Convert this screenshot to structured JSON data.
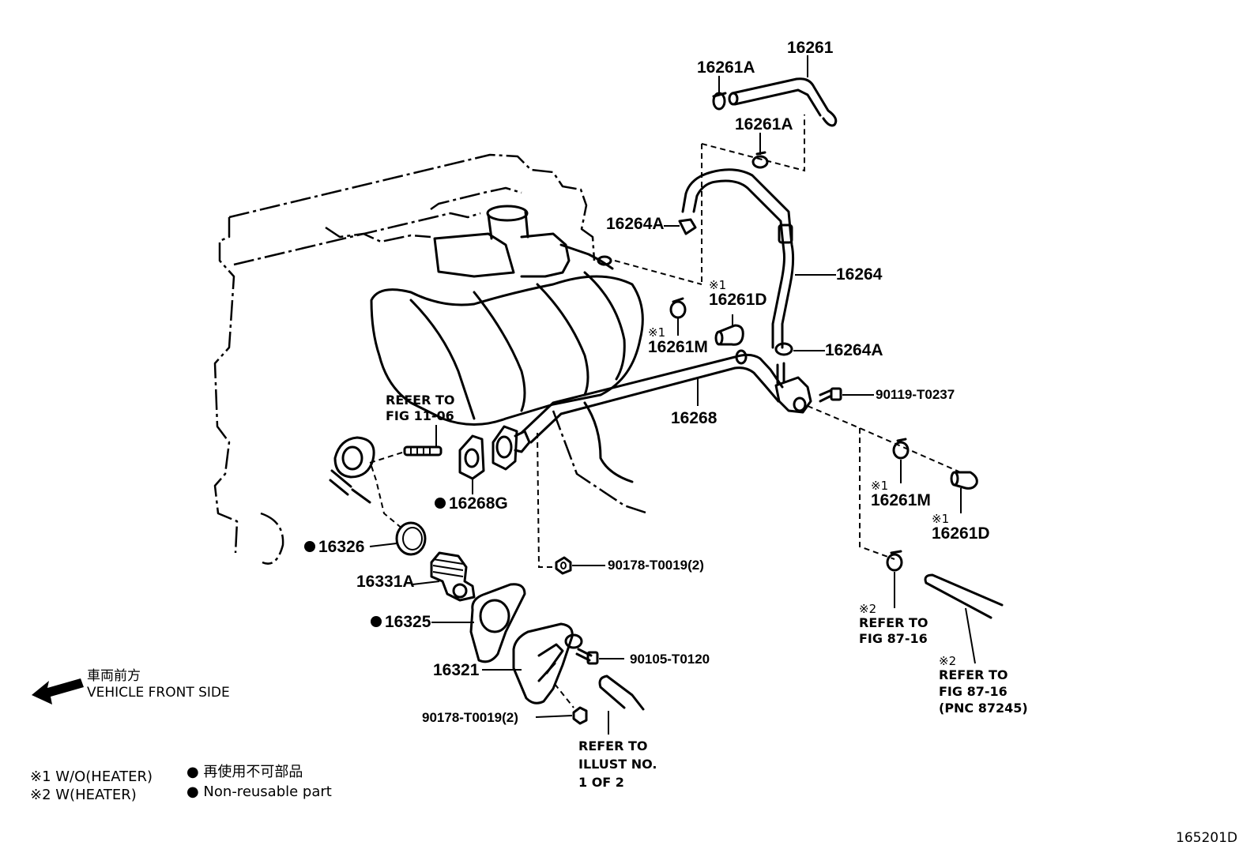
{
  "parts": {
    "p16261": "16261",
    "p16261A_top": "16261A",
    "p16261A_mid": "16261A",
    "p16264A_top": "16264A",
    "p16264": "16264",
    "p16261D_upper": "16261D",
    "p16261M_upper": "16261M",
    "p16264A_low": "16264A",
    "p90119": "90119-T0237",
    "p16268": "16268",
    "p16268G": "16268G",
    "p16326": "16326",
    "p16331A": "16331A",
    "p16325": "16325",
    "p16321": "16321",
    "p90178_a": "90178-T0019(2)",
    "p90105": "90105-T0120",
    "p90178_b": "90178-T0019(2)",
    "p16261M_lower": "16261M",
    "p16261D_lower": "16261D"
  },
  "marks": {
    "m1_a": "※1",
    "m1_b": "※1",
    "m1_c": "※1",
    "m1_d": "※1",
    "m2_a": "※2",
    "m2_b": "※2"
  },
  "refs": {
    "refer_fig_1106_l1": "REFER TO",
    "refer_fig_1106_l2": "FIG 11-06",
    "refer_8716_a_l1": "REFER TO",
    "refer_8716_a_l2": "FIG 87-16",
    "refer_8716_b_l1": "REFER TO",
    "refer_8716_b_l2": "FIG 87-16",
    "refer_8716_b_l3": "(PNC 87245)",
    "refer_illust_l1": "REFER TO",
    "refer_illust_l2": "ILLUST NO.",
    "refer_illust_l3": "1 OF 2"
  },
  "direction": {
    "jp": "車両前方",
    "en": "VEHICLE FRONT SIDE"
  },
  "legend": {
    "w_o_heater": "※1 W/O(HEATER)",
    "w_heater": "※2 W(HEATER)",
    "nonreusable_jp": "● 再使用不可部品",
    "nonreusable_en": "● Non-reusable part"
  },
  "nonreusable_bullet": "●",
  "figure_id": "165201D"
}
